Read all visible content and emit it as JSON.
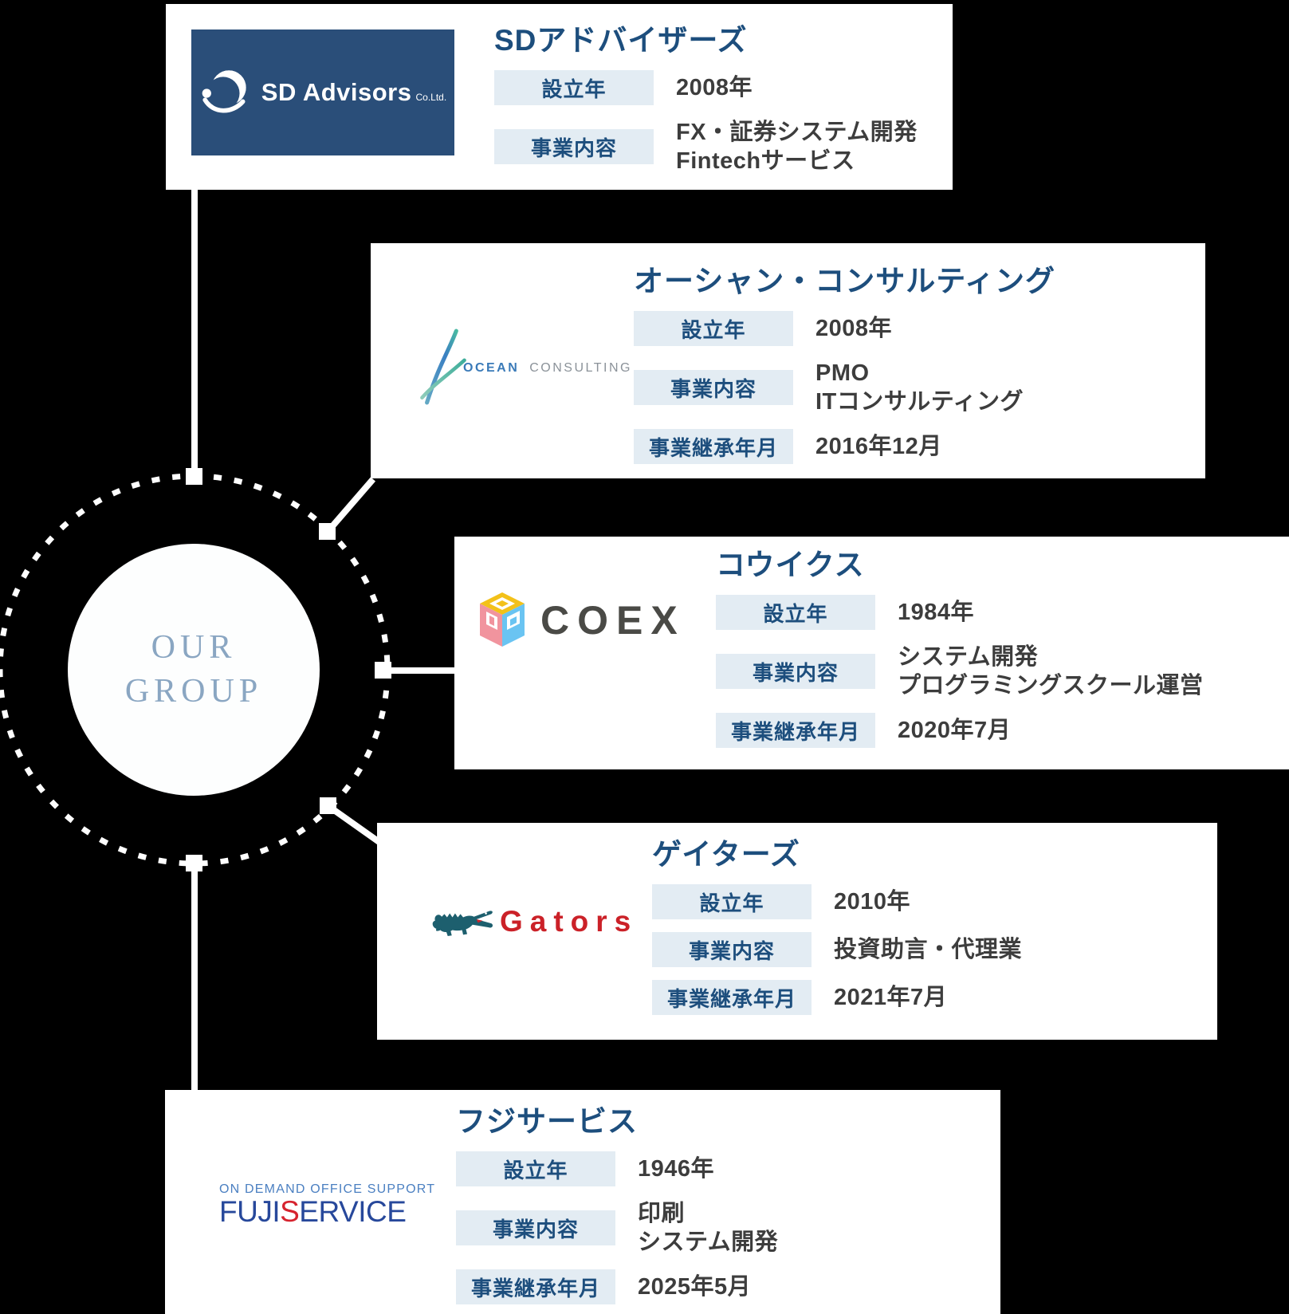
{
  "hub": {
    "line1": "OUR",
    "line2": "GROUP"
  },
  "companies": [
    {
      "name": "SDアドバイザーズ",
      "logo": {
        "brand": "SD Advisors",
        "suffix": "Co.Ltd."
      },
      "rows": [
        {
          "label": "設立年",
          "lines": [
            "2008年"
          ]
        },
        {
          "label": "事業内容",
          "lines": [
            "FX・証券システム開発",
            "Fintechサービス"
          ]
        }
      ]
    },
    {
      "name": "オーシャン・コンサルティング",
      "logo": {
        "brand": "OCEAN",
        "brand2": "CONSULTING"
      },
      "rows": [
        {
          "label": "設立年",
          "lines": [
            "2008年"
          ]
        },
        {
          "label": "事業内容",
          "lines": [
            "PMO",
            "ITコンサルティング"
          ]
        },
        {
          "label": "事業継承年月",
          "lines": [
            "2016年12月"
          ]
        }
      ]
    },
    {
      "name": "コウイクス",
      "logo": {
        "brand": "COEX"
      },
      "rows": [
        {
          "label": "設立年",
          "lines": [
            "1984年"
          ]
        },
        {
          "label": "事業内容",
          "lines": [
            "システム開発",
            "プログラミングスクール運営"
          ]
        },
        {
          "label": "事業継承年月",
          "lines": [
            "2020年7月"
          ]
        }
      ]
    },
    {
      "name": "ゲイターズ",
      "logo": {
        "brand": "Gators"
      },
      "rows": [
        {
          "label": "設立年",
          "lines": [
            "2010年"
          ]
        },
        {
          "label": "事業内容",
          "lines": [
            "投資助言・代理業"
          ]
        },
        {
          "label": "事業継承年月",
          "lines": [
            "2021年7月"
          ]
        }
      ]
    },
    {
      "name": "フジサービス",
      "logo": {
        "tagline": "ON DEMAND OFFICE SUPPORT",
        "part1": "FUJI",
        "part_s": "S",
        "part2": "ERVICE"
      },
      "rows": [
        {
          "label": "設立年",
          "lines": [
            "1946年"
          ]
        },
        {
          "label": "事業内容",
          "lines": [
            "印刷",
            "システム開発"
          ]
        },
        {
          "label": "事業継承年月",
          "lines": [
            "2025年5月"
          ]
        }
      ]
    }
  ],
  "colors": {
    "background": "#000000",
    "card_bg": "#ffffff",
    "title_navy": "#1d4e7d",
    "label_bg": "#e3ecf3",
    "label_text": "#1d4e7d",
    "value_text": "#3d3d3d",
    "connector": "#ffffff",
    "hub_text": "#8aa6c2",
    "sd_navy": "#2a4e79",
    "ocean_blue": "#3a7ab8",
    "ocean_gray": "#8b9299",
    "coex_dark": "#4a4a46",
    "coex_yellow": "#f3c119",
    "coex_pink": "#f1949e",
    "coex_blue": "#6ac4f2",
    "gators_red": "#cb2128",
    "gators_teal": "#1d5f6e",
    "fuji_blue": "#27489b",
    "fuji_light_blue": "#4a7fc1",
    "fuji_red": "#d6232e"
  }
}
